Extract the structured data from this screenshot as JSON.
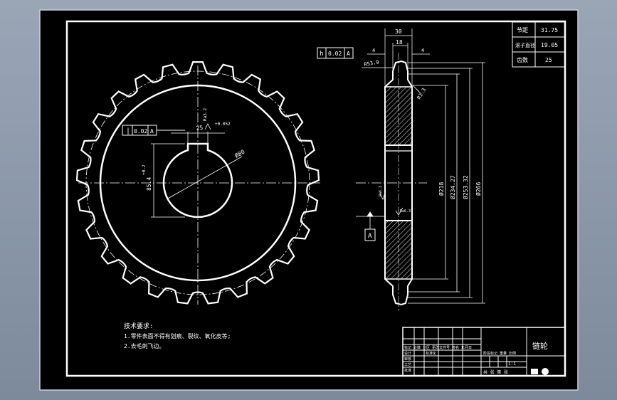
{
  "colors": {
    "background": "#000000",
    "line": "#ffffff",
    "frame": "#8c98a8"
  },
  "chain_params": [
    {
      "label": "节距",
      "value": "31.75"
    },
    {
      "label": "滚子直径",
      "value": "19.05"
    },
    {
      "label": "齿数",
      "value": "25"
    }
  ],
  "front_view": {
    "flatness_symbol": "h",
    "flatness_value": "0.02",
    "flatness_datum": "A",
    "runout_symbol": "|",
    "runout_value": "0.02",
    "runout_datum": "A",
    "key_width": "25",
    "key_tol": "+0.052",
    "key_depth": "85.4",
    "key_depth_tol": "+0.2",
    "bore_dim": "Ø80",
    "roughness_key": "Ra3.2",
    "tooth_count": 25
  },
  "side_view": {
    "width_total": "30",
    "width_inner": "18",
    "chamfer_left": "4",
    "chamfer_right": "4",
    "radius_top": "R53.9",
    "radius_root": "R1.3",
    "dia_hub": "Ø218",
    "dia_root": "Ø234.27",
    "dia_pitch": "Ø253.32",
    "dia_outer": "Ø266",
    "roughness_a": "Ra6.3",
    "roughness_b": "Ra6.3",
    "datum": "A"
  },
  "notes": {
    "title": "技术要求:",
    "items": [
      "1.零件表面不得有划痕、裂纹、氧化皮等;",
      "2.去毛刺飞边。"
    ]
  },
  "title_block": {
    "part_name": "链轮",
    "header_row": [
      "标记",
      "处数",
      "分区",
      "更改文件号",
      "签名",
      "年月日"
    ],
    "labels": [
      "设计",
      "审核",
      "工艺",
      "批准",
      "标准化"
    ],
    "stage_labels": "阶段标记 重量 比例",
    "scale": "1:1",
    "sheet_info": "共 张 第 张"
  }
}
